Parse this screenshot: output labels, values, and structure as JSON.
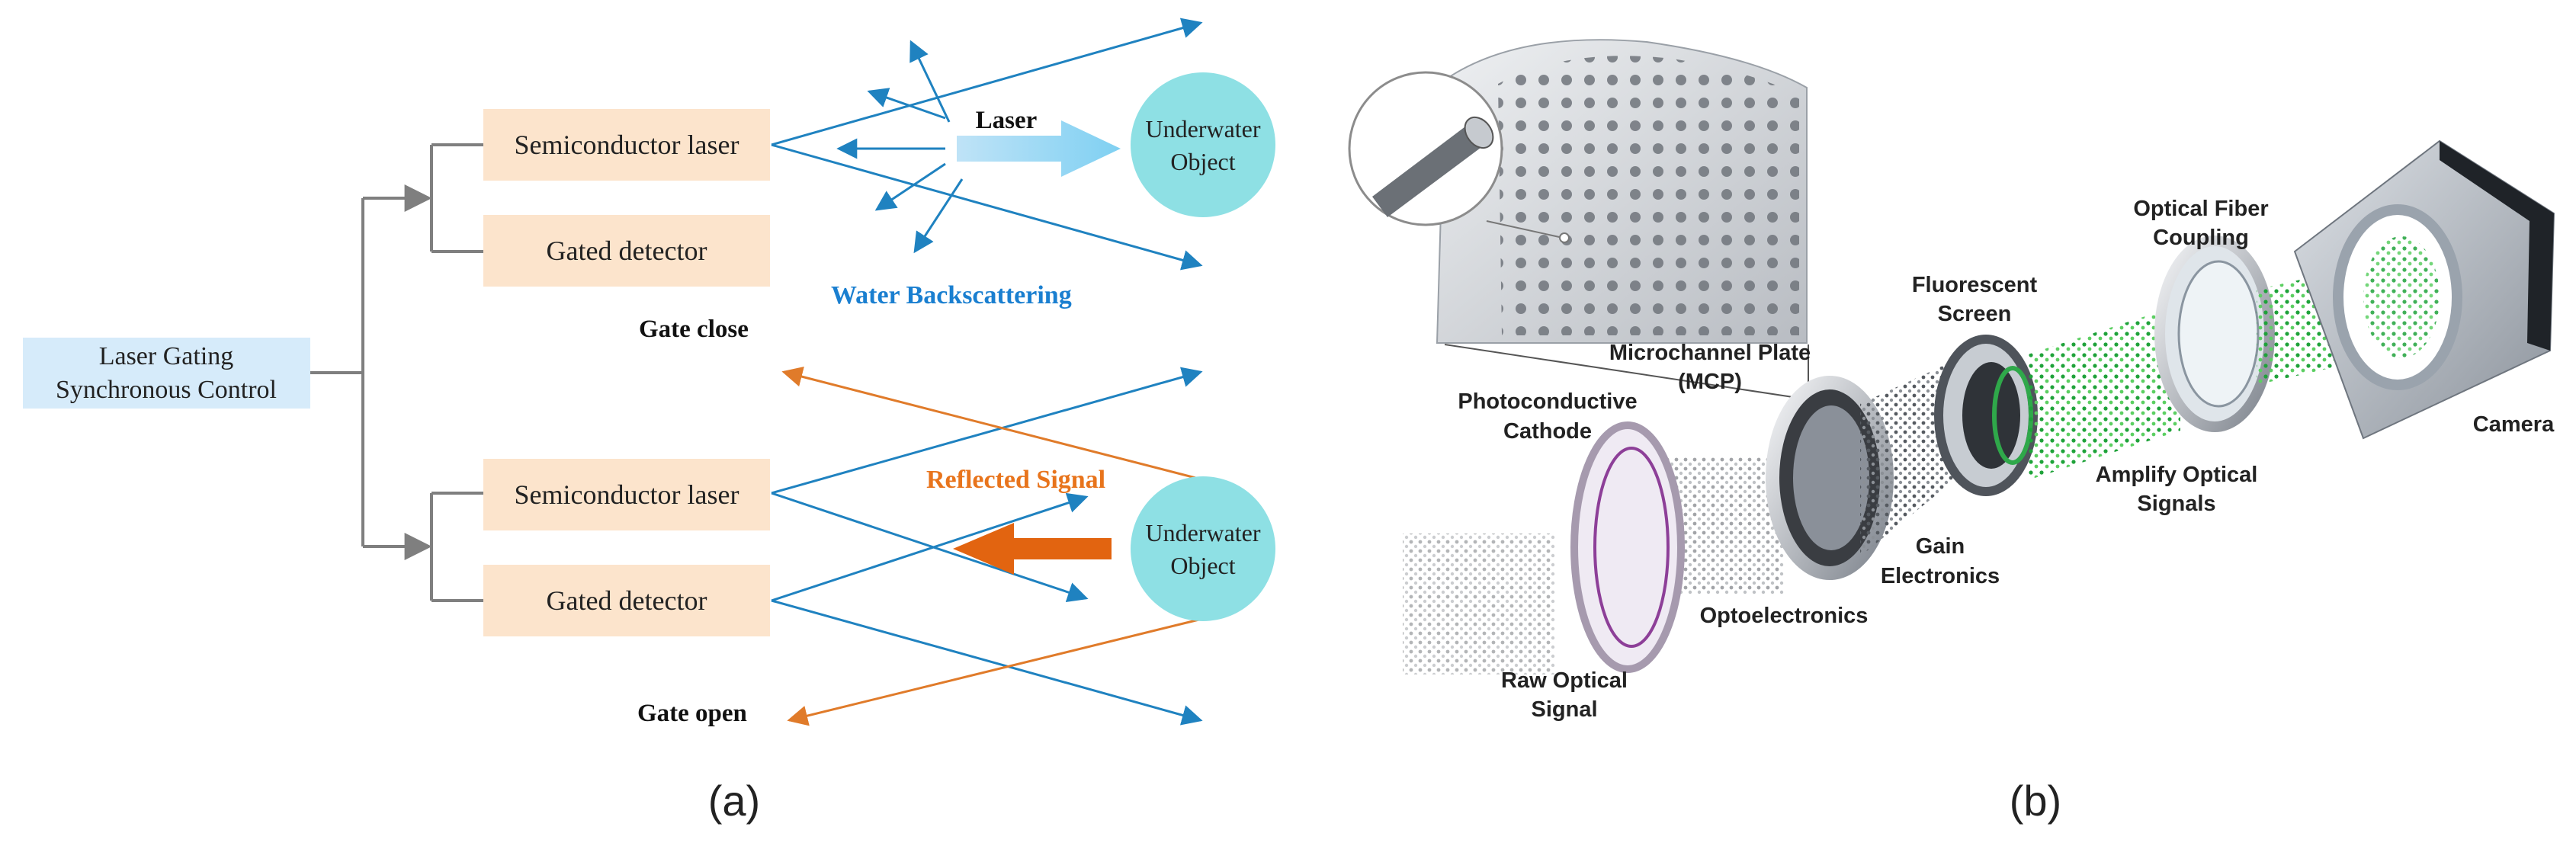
{
  "panel_a": {
    "control_label_1": "Laser Gating",
    "control_label_2": "Synchronous Control",
    "top": {
      "laser_box": "Semiconductor laser",
      "detector_box": "Gated detector",
      "laser_label": "Laser",
      "object_line1": "Underwater",
      "object_line2": "Object",
      "backscatter_label": "Water Backscattering",
      "gate_label": "Gate close"
    },
    "bottom": {
      "laser_box": "Semiconductor laser",
      "detector_box": "Gated detector",
      "reflected_label": "Reflected Signal",
      "object_line1": "Underwater",
      "object_line2": "Object",
      "gate_label": "Gate open"
    },
    "caption": "(a)"
  },
  "panel_b": {
    "labels": {
      "photocathode_1": "Photoconductive",
      "photocathode_2": "Cathode",
      "mcp_1": "Microchannel Plate",
      "mcp_2": "(MCP)",
      "screen_1": "Fluorescent",
      "screen_2": "Screen",
      "fiber_1": "Optical Fiber",
      "fiber_2": "Coupling",
      "camera": "Camera",
      "amplify_1": "Amplify Optical",
      "amplify_2": "Signals",
      "gain_1": "Gain",
      "gain_2": "Electronics",
      "opto": "Optoelectronics",
      "raw_1": "Raw Optical",
      "raw_2": "Signal"
    },
    "caption": "(b)"
  },
  "colors": {
    "box_fill": "#fce4cc",
    "control_fill": "#d6ebfa",
    "blue_ray": "#1f82c0",
    "orange_ray": "#e07b2a",
    "object_fill": "#8ee0e4",
    "blue_label": "#1a7fd0",
    "orange_label": "#e8741c",
    "tree_line": "#7f7f7f"
  }
}
